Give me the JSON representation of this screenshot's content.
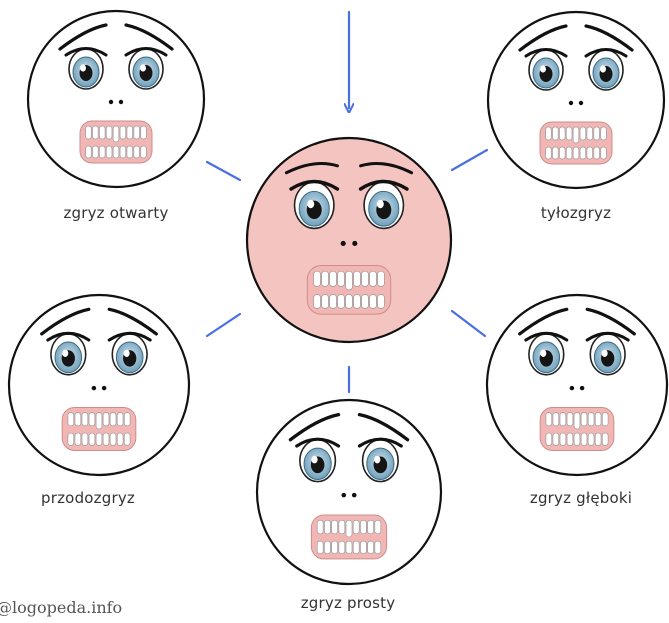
{
  "diagram": {
    "center_face_color": "#f4c4c1",
    "connector_color": "#4a6fe3",
    "eye_color": "#7fb0c9",
    "gum_color": "#f2b7b5",
    "labels": {
      "open_bite": "zgryz otwarty",
      "retrognathism": "tyłozgryz",
      "prognathism": "przodozgryz",
      "deep_bite": "zgryz głęboki",
      "straight_bite": "zgryz prosty"
    },
    "watermark": "@logopeda.info"
  }
}
